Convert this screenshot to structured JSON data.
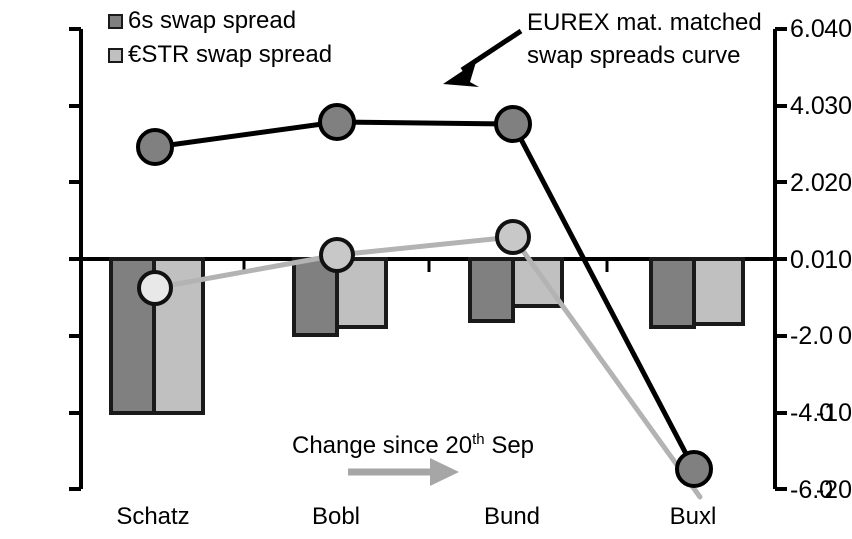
{
  "chart_data": {
    "type": "bar",
    "title": "",
    "subtitle": "",
    "categories": [
      "Schatz",
      "Bobl",
      "Bund",
      "Buxl"
    ],
    "series": [
      {
        "name": "6s swap spread",
        "kind": "bar",
        "axis": "left",
        "color": "#808080",
        "values": [
          -10.3,
          -0.1,
          1.8,
          1.0
        ]
      },
      {
        "name": "€STR swap spread",
        "kind": "bar",
        "axis": "left",
        "color": "#c0c0c0",
        "values": [
          -10.3,
          0.9,
          3.4,
          1.2
        ]
      },
      {
        "name": "EUREX mat. matched swap spreads curve",
        "kind": "line",
        "axis": "right",
        "color": "#000000",
        "marker_fill": "#808080",
        "values": [
          2.9,
          3.6,
          3.5,
          -5.5
        ]
      },
      {
        "name": "Change since 20th Sep",
        "kind": "line",
        "axis": "right",
        "color": "#b3b3b3",
        "marker_fill": "#c0c0c0",
        "values": [
          -0.8,
          0.1,
          0.6,
          -6.2
        ]
      }
    ],
    "left_axis": {
      "label": "",
      "ticks": [
        "40",
        "30",
        "20",
        "10",
        "0",
        "-10",
        "-20"
      ],
      "tick_values": [
        40,
        30,
        20,
        10,
        0,
        -10,
        -20
      ],
      "ylim": [
        -20,
        40
      ]
    },
    "right_axis": {
      "label": "",
      "ticks": [
        "6.0",
        "4.0",
        "2.0",
        "0.0",
        "-2.0",
        "-4.0",
        "-6.0"
      ],
      "tick_values": [
        6.0,
        4.0,
        2.0,
        0.0,
        -2.0,
        -4.0,
        -6.0
      ],
      "ylim": [
        -6.0,
        6.0
      ]
    },
    "grid": false,
    "baseline_value_left": 10,
    "baseline_value_right": 0.0
  },
  "legend": {
    "position": "top-left",
    "items": [
      {
        "label": "6s swap spread",
        "color": "#808080"
      },
      {
        "label": "€STR swap spread",
        "color": "#c0c0c0"
      }
    ]
  },
  "annotations": {
    "curve_note": {
      "line1": "EUREX mat. matched",
      "line2": "swap spreads curve",
      "arrow": "diagonal-arrow-down-left"
    },
    "change_note": {
      "text_before": "Change since 20",
      "superscript": "th",
      "text_after": " Sep",
      "arrow": "right-arrow"
    }
  },
  "axis_ticks_left": [
    "40",
    "30",
    "20",
    "10",
    "0",
    "-10",
    "-20"
  ],
  "axis_ticks_right": [
    "6.0",
    "4.0",
    "2.0",
    "0.0",
    "-2.0",
    "-4.0",
    "-6.0"
  ],
  "category_labels": [
    "Schatz",
    "Bobl",
    "Bund",
    "Buxl"
  ]
}
